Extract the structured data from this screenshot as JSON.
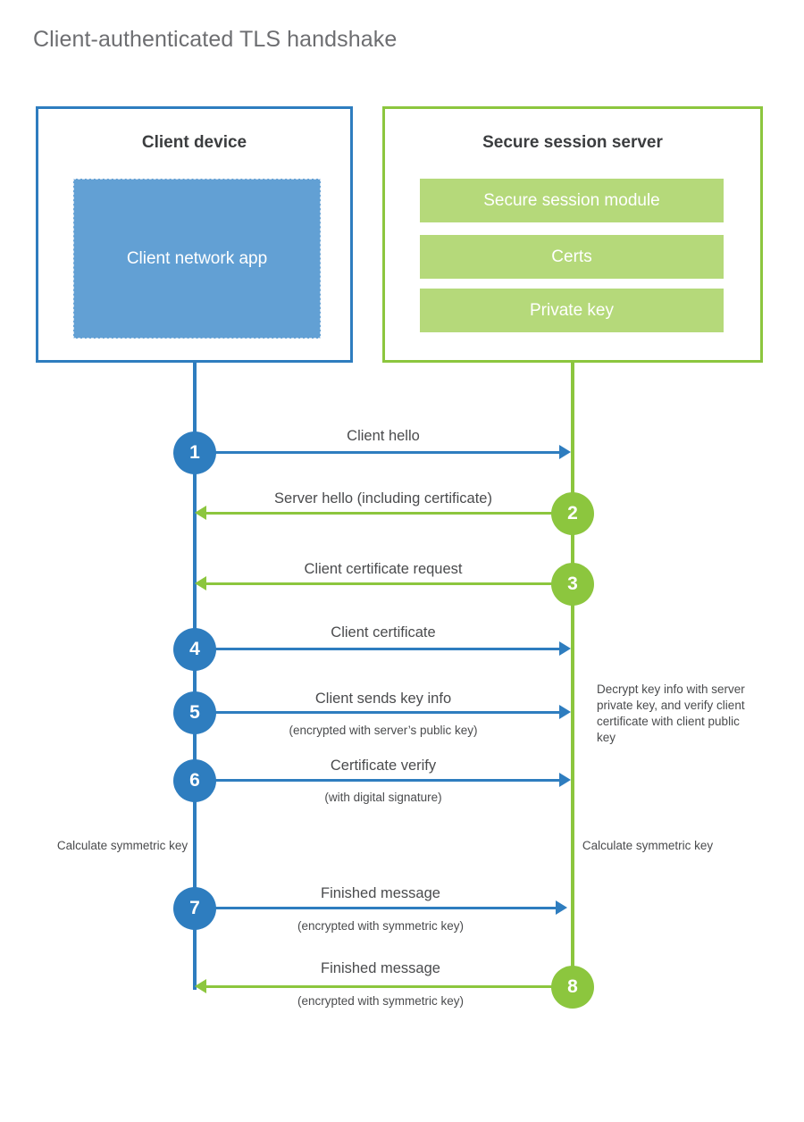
{
  "title": "Client-authenticated TLS handshake",
  "colors": {
    "client_blue": "#2e7dbf",
    "server_green": "#8cc63e",
    "app_fill": "#62a0d4",
    "server_bar_fill": "#b5d97a",
    "title_gray": "#6d6e71",
    "text_gray": "#4a4b4d"
  },
  "client": {
    "title": "Client device",
    "app_label": "Client network app"
  },
  "server": {
    "title": "Secure session server",
    "components": [
      "Secure session module",
      "Certs",
      "Private key"
    ]
  },
  "steps": [
    {
      "number": "1",
      "label": "Client hello",
      "sub": "",
      "direction": "client-to-server",
      "origin": "client"
    },
    {
      "number": "2",
      "label": "Server hello (including certificate)",
      "sub": "",
      "direction": "server-to-client",
      "origin": "server"
    },
    {
      "number": "3",
      "label": "Client certificate request",
      "sub": "",
      "direction": "server-to-client",
      "origin": "server"
    },
    {
      "number": "4",
      "label": "Client certificate",
      "sub": "",
      "direction": "client-to-server",
      "origin": "client"
    },
    {
      "number": "5",
      "label": "Client sends key info",
      "sub": "(encrypted with server’s public key)",
      "direction": "client-to-server",
      "origin": "client"
    },
    {
      "number": "6",
      "label": "Certificate verify",
      "sub": "(with digital signature)",
      "direction": "client-to-server",
      "origin": "client"
    },
    {
      "number": "7",
      "label": "Finished message",
      "sub": "(encrypted with symmetric key)",
      "direction": "client-to-server",
      "origin": "client"
    },
    {
      "number": "8",
      "label": "Finished message",
      "sub": "(encrypted with symmetric key)",
      "direction": "server-to-client",
      "origin": "server"
    }
  ],
  "notes": {
    "server_decrypt": "Decrypt key info with server private key, and verify client certificate with client public key",
    "client_calculate": "Calculate symmetric key",
    "server_calculate": "Calculate symmetric key"
  }
}
